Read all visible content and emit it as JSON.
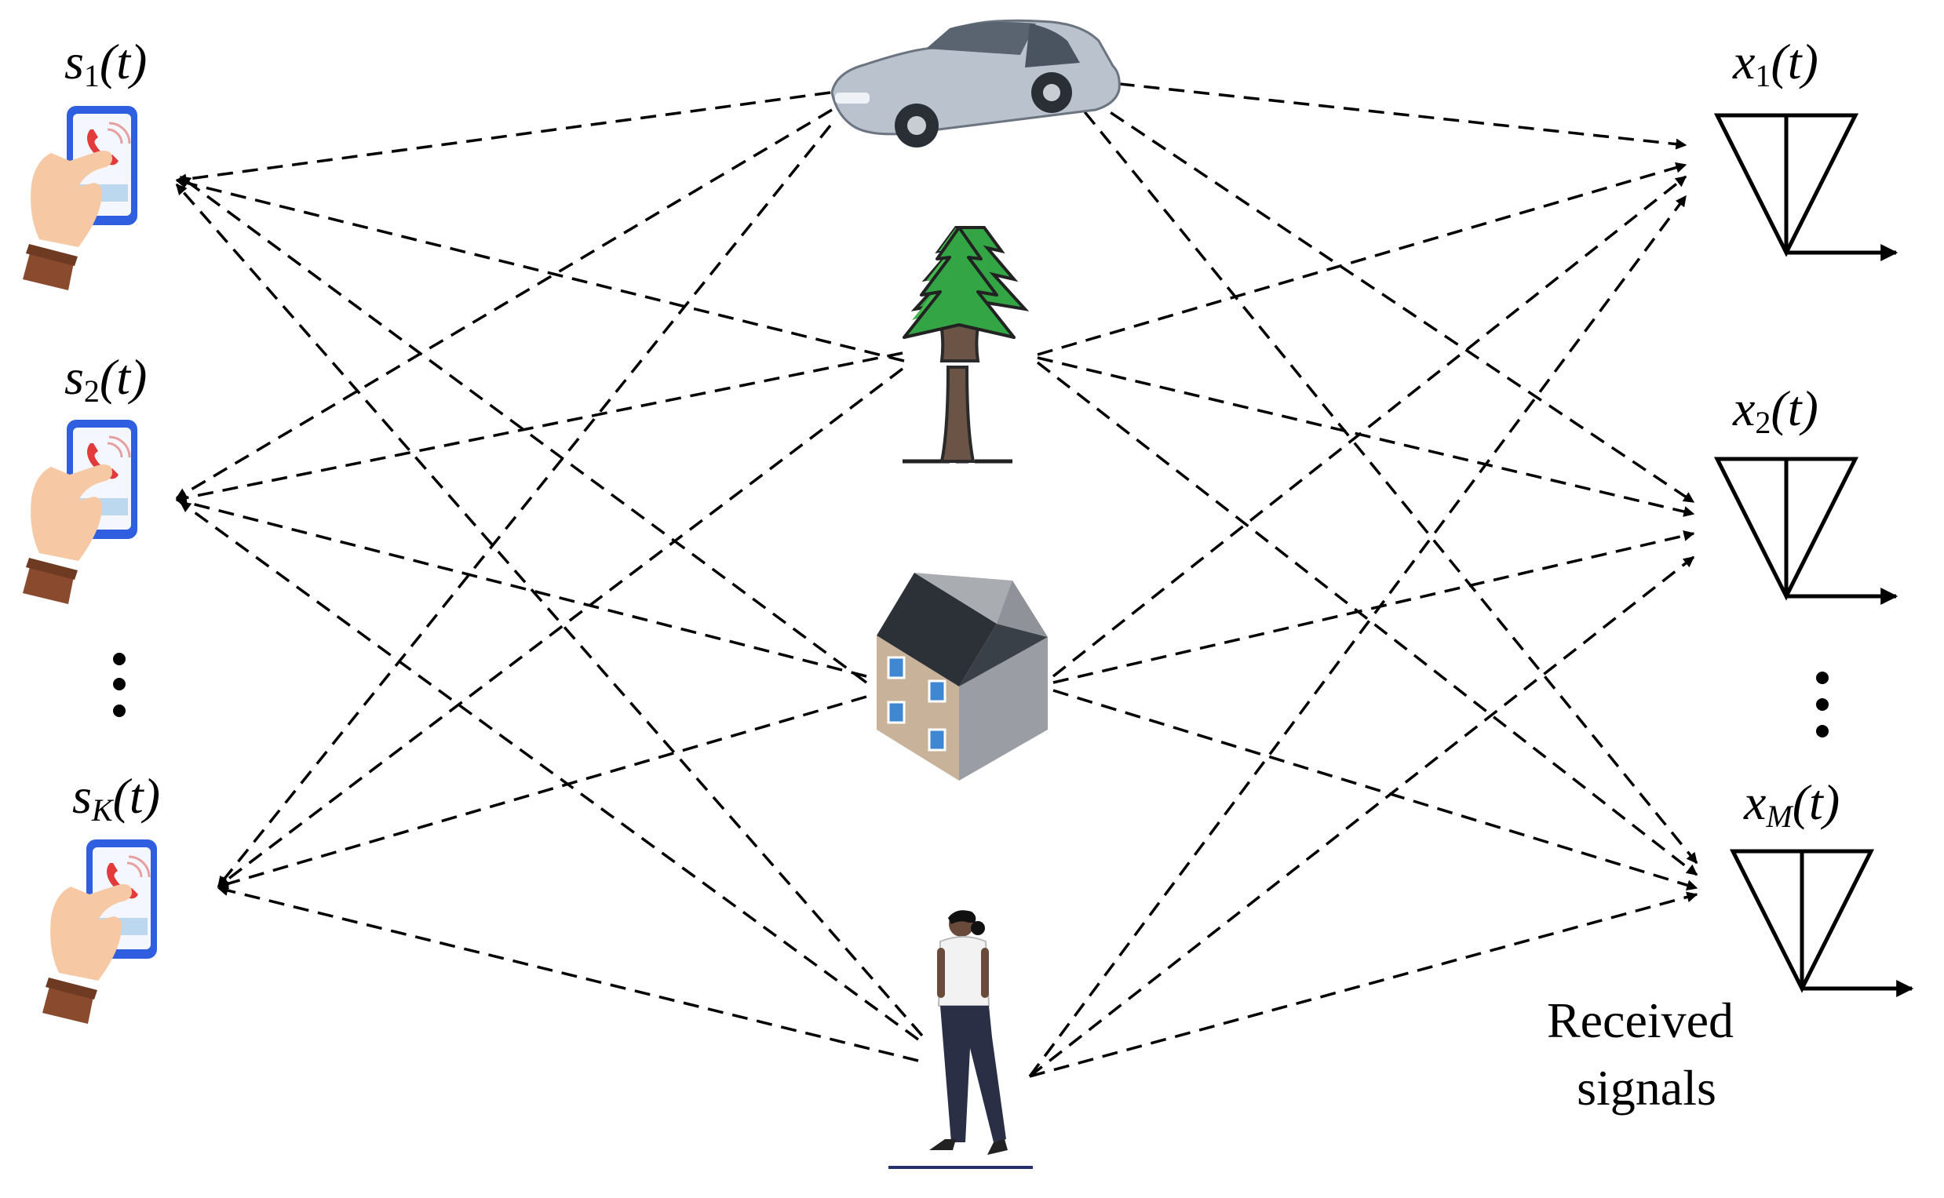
{
  "sources": [
    {
      "symbol": "s",
      "subscript": "1",
      "arg": "(t)"
    },
    {
      "symbol": "s",
      "subscript": "2",
      "arg": "(t)"
    },
    {
      "symbol": "s",
      "subscript": "K",
      "arg": "(t)"
    }
  ],
  "receivers": [
    {
      "symbol": "x",
      "subscript": "1",
      "arg": "(t)"
    },
    {
      "symbol": "x",
      "subscript": "2",
      "arg": "(t)"
    },
    {
      "symbol": "x",
      "subscript": "M",
      "arg": "(t)"
    }
  ],
  "received_label": {
    "line1": "Received",
    "line2": "signals"
  },
  "scatterers": [
    "car-icon",
    "tree-icon",
    "house-icon",
    "person-icon"
  ]
}
